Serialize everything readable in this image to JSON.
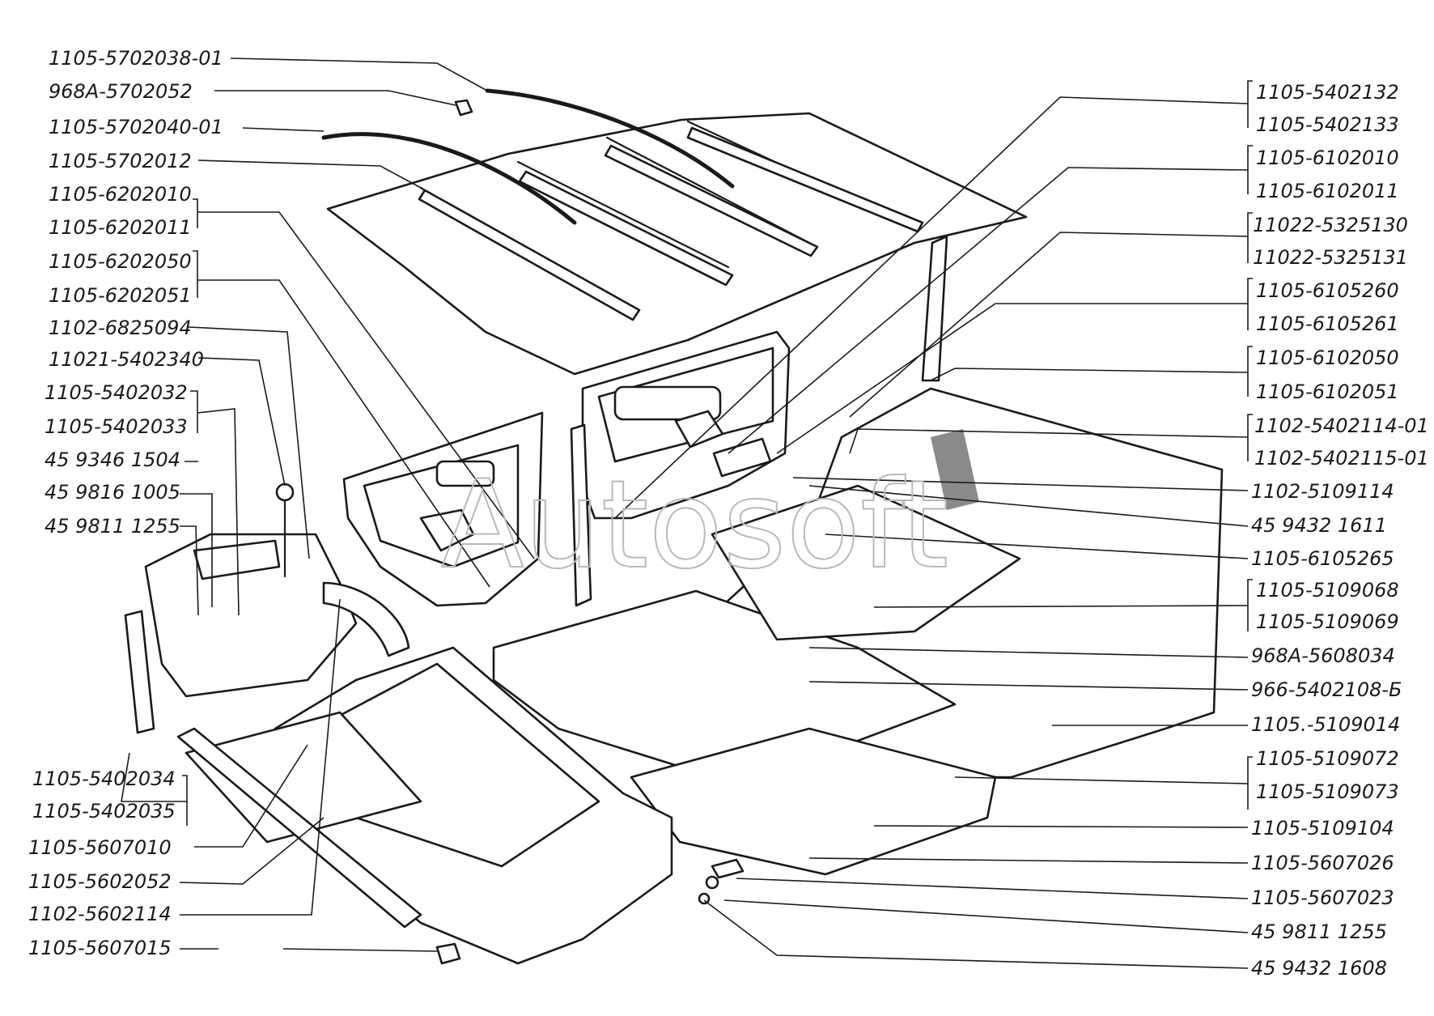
{
  "watermark": "Autosoft",
  "left_labels": [
    "1105-5702038-01",
    "968A-5702052",
    "1105-5702040-01",
    "1105-5702012",
    "1105-6202010",
    "1105-6202011",
    "1105-6202050",
    "1105-6202051",
    "1102-6825094",
    "11021-5402340",
    "1105-5402032",
    "1105-5402033",
    "45 9346 1504",
    "45 9816 1005",
    "45 9811 1255",
    "1105-5402034",
    "1105-5402035",
    "1105-5607010",
    "1105-5602052",
    "1102-5602114",
    "1105-5607015"
  ],
  "right_labels": [
    "1105-5402132",
    "1105-5402133",
    "1105-6102010",
    "1105-6102011",
    "11022-5325130",
    "11022-5325131",
    "1105-6105260",
    "1105-6105261",
    "1105-6102050",
    "1105-6102051",
    "1102-5402114-01",
    "1102-5402115-01",
    "1102-5109114",
    "45 9432 1611",
    "1105-6105265",
    "1105-5109068",
    "1105-5109069",
    "968A-5608034",
    "966-5402108-Б",
    "1105.-5109014",
    "1105-5109072",
    "1105-5109073",
    "1105-5109104",
    "1105-5607026",
    "1105-5607023",
    "45 9811 1255",
    "45 9432 1608"
  ]
}
